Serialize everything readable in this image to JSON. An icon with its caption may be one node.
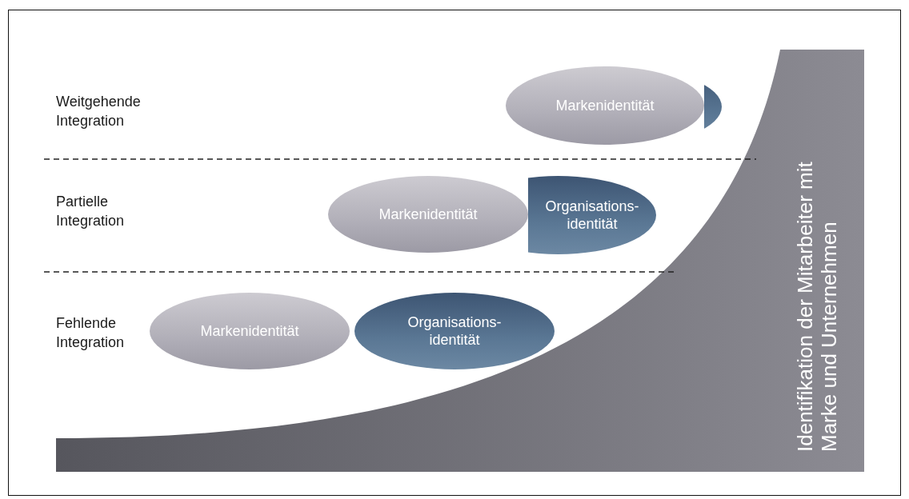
{
  "diagram": {
    "nodes": [
      {
        "text": [
          "Markenidentität"
        ]
      },
      {
        "text": [],
        "shape": "ellipse"
      },
      {
        "text": [
          "Markenidentität"
        ]
      },
      {
        "text": [
          "Organisations- identität"
        ]
      },
      {
        "text": [
          "Markenidentität"
        ]
      },
      {
        "text": [
          "Organisations- identität"
        ]
      }
    ],
    "labels": [
      "Weitgehende Integration",
      "Partielle Integration",
      "Fehlende Integration",
      "Identifikation der Mitarbeiter mit Marke und Unternehmen"
    ]
  }
}
